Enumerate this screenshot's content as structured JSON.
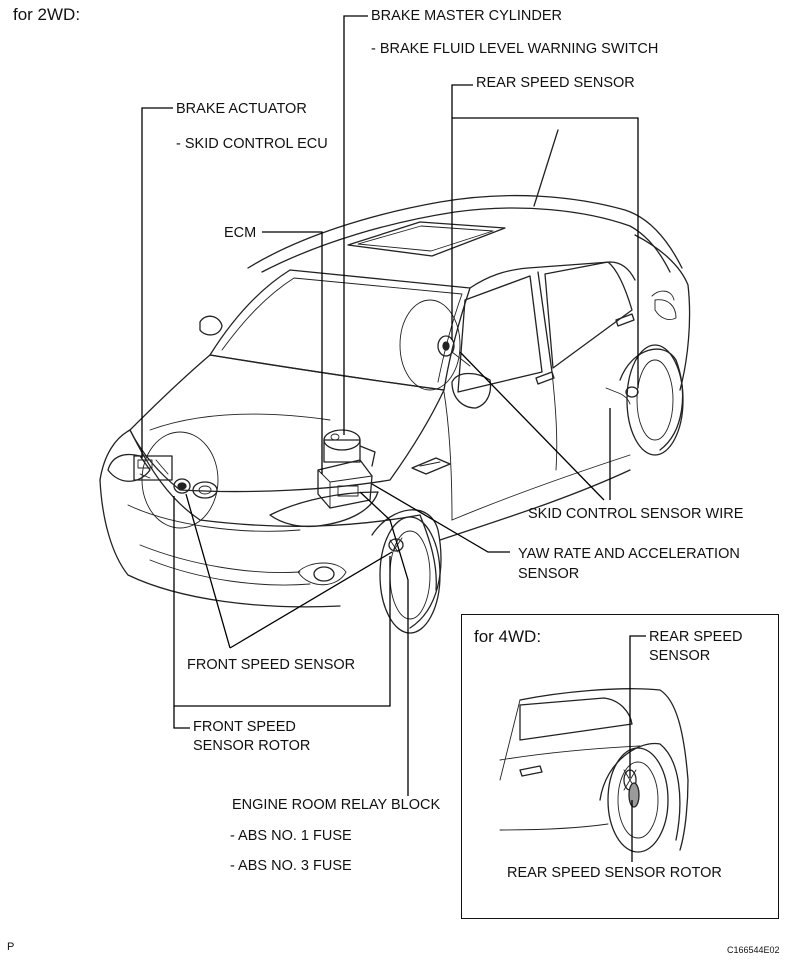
{
  "header": {
    "variant_2wd": "for 2WD:"
  },
  "labels": {
    "brake_master_cylinder": "BRAKE MASTER CYLINDER",
    "brake_fluid_switch": "- BRAKE FLUID LEVEL WARNING SWITCH",
    "rear_speed_sensor": "REAR SPEED SENSOR",
    "brake_actuator": "BRAKE ACTUATOR",
    "skid_control_ecu": "- SKID CONTROL ECU",
    "ecm": "ECM",
    "skid_control_sensor_wire": "SKID CONTROL SENSOR WIRE",
    "yaw_rate_line1": "YAW RATE AND ACCELERATION",
    "yaw_rate_line2": "SENSOR",
    "front_speed_sensor": "FRONT SPEED SENSOR",
    "front_speed_rotor_line1": "FRONT SPEED",
    "front_speed_rotor_line2": "SENSOR ROTOR",
    "engine_room_relay_block": "ENGINE ROOM RELAY BLOCK",
    "abs_no1_fuse": "- ABS NO. 1 FUSE",
    "abs_no3_fuse": "- ABS NO. 3 FUSE"
  },
  "inset_4wd": {
    "title": "for 4WD:",
    "rear_speed_line1": "REAR SPEED",
    "rear_speed_line2": "SENSOR",
    "rear_speed_rotor": "REAR SPEED SENSOR ROTOR"
  },
  "footer": {
    "page_marker": "P",
    "figure_code": "C166544E02"
  }
}
